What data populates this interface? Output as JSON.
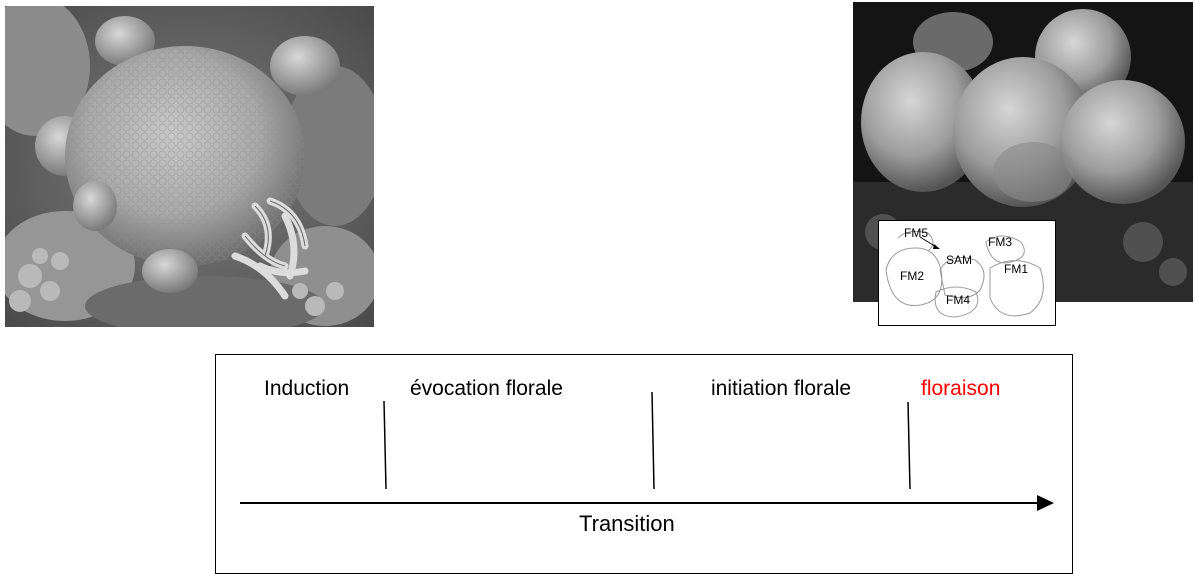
{
  "inset": {
    "labels": [
      "FM5",
      "FM3",
      "SAM",
      "FM1",
      "FM2",
      "FM4"
    ]
  },
  "timeline": {
    "stages": [
      "Induction",
      "évocation florale",
      "initiation florale",
      "floraison"
    ],
    "axis_label": "Transition"
  },
  "colors": {
    "highlight": "#ff0000",
    "text": "#000000",
    "line": "#000000"
  }
}
